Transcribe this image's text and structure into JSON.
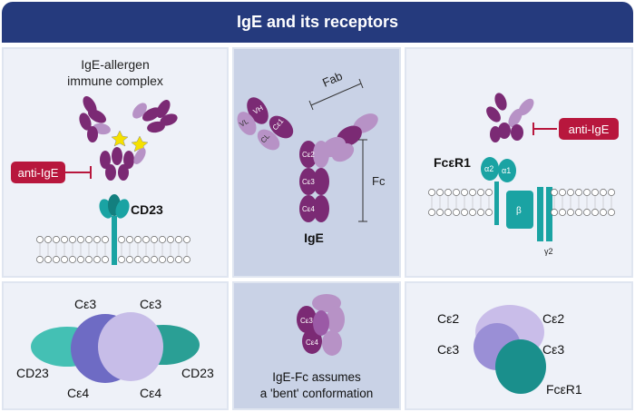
{
  "title": "IgE and its receptors",
  "panel_tl": {
    "complex_line1": "IgE-allergen",
    "complex_line2": "immune complex",
    "anti_ige": "anti-IgE",
    "cd23": "CD23"
  },
  "panel_tc": {
    "fab": "Fab",
    "fc": "Fc",
    "vh": "VH",
    "vl": "VL",
    "ce1": "Cε1",
    "cl": "CL",
    "ce2": "Cε2",
    "ce3": "Cε3",
    "ce4": "Cε4",
    "ige": "IgE"
  },
  "panel_tr": {
    "anti_ige": "anti-IgE",
    "fcer1": "FcεR1",
    "a2": "α2",
    "a1": "α1",
    "beta": "β",
    "gamma2": "γ2"
  },
  "panel_bl": {
    "ce3_left": "Cε3",
    "ce3_right": "Cε3",
    "cd23_left": "CD23",
    "cd23_right": "CD23",
    "ce4_left": "Cε4",
    "ce4_right": "Cε4"
  },
  "panel_bc": {
    "ce3": "Cε3",
    "ce4": "Cε4",
    "caption_line1": "IgE-Fc assumes",
    "caption_line2": "a 'bent' conformation"
  },
  "panel_br": {
    "ce2_left": "Cε2",
    "ce2_right": "Cε2",
    "ce3_left": "Cε3",
    "ce3_right": "Cε3",
    "fcer1": "FcεR1"
  },
  "colors": {
    "banner": "#253a7d",
    "purple_dark": "#7b2a74",
    "purple_light": "#b792c6",
    "teal": "#1aa3a3",
    "anti_ige_red": "#b8173d",
    "panel_light": "#eef1f8",
    "panel_mid": "#c9d2e6"
  }
}
